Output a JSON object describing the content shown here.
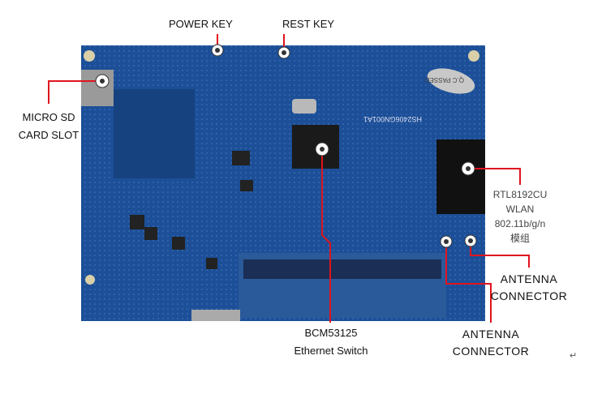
{
  "labels": {
    "power_key": "POWER KEY",
    "rest_key": "REST KEY",
    "micro_sd": [
      "MICRO SD",
      "CARD SLOT"
    ],
    "bcm": [
      "BCM53125",
      "Ethernet Switch"
    ],
    "rtl": [
      "RTL8192CU",
      "WLAN",
      "802.11b/g/n",
      "模组"
    ],
    "antenna_1": [
      "ANTENNA",
      "CONNECTOR"
    ],
    "antenna_2": [
      "ANTENNA",
      "CONNECTOR"
    ],
    "return_mark": "↵"
  },
  "board": {
    "sticker": "Q.C PASSED",
    "silkscreen": "HS2406GN001A1"
  },
  "colors": {
    "board": "#1c4f97",
    "leader": "#e0141e"
  }
}
